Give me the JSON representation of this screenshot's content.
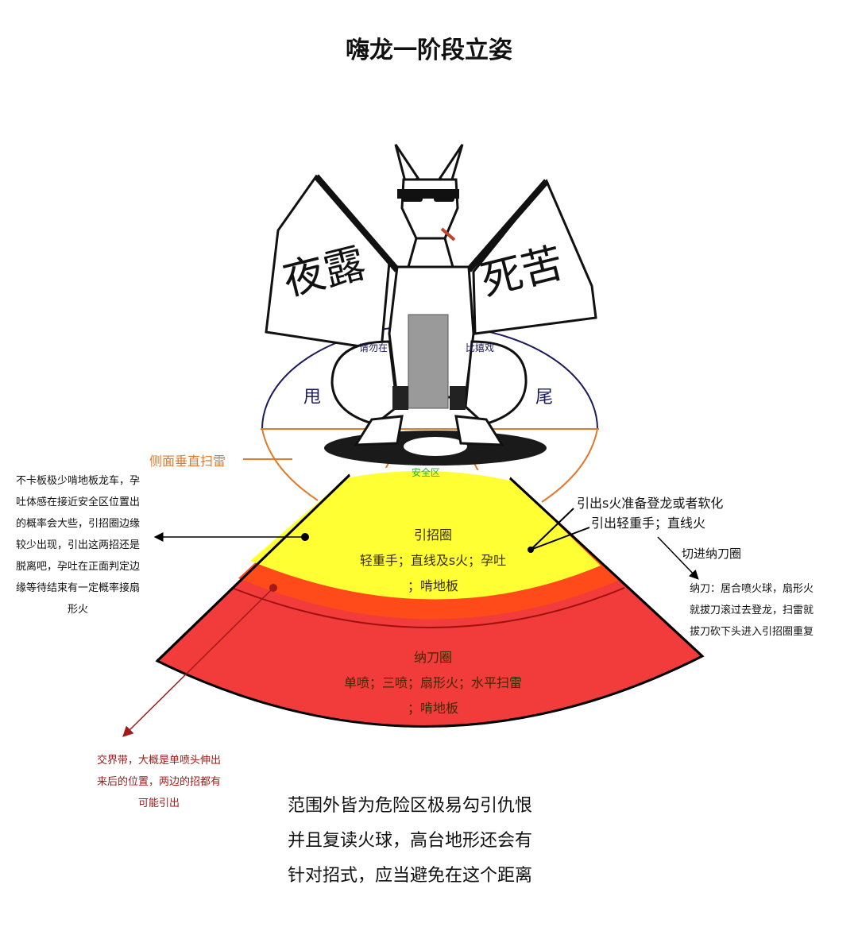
{
  "title": "嗨龙一阶段立姿",
  "figure": {
    "wing_left_text": "夜露",
    "wing_right_text": "死苦",
    "sign_left": "请勿在",
    "sign_right": "比嬉戏"
  },
  "zones": {
    "tail_left": "甩",
    "tail_right": "尾",
    "side_thunder": "侧面垂直扫雷",
    "safe_zone": "安全区",
    "lure_ring": {
      "name": "引招圈",
      "line1": "轻重手；直线及s火；孕吐",
      "line2": "；啃地板"
    },
    "blade_ring": {
      "name": "纳刀圈",
      "line1": "单喷；三喷；扇形火；水平扫雷",
      "line2": "；啃地板"
    }
  },
  "notes": {
    "left": [
      "不卡板极少啃地板龙车，孕",
      "吐体感在接近安全区位置出",
      "的概率会大些，引招圈边缘",
      "较少出现，引出这两招还是",
      "脱离吧，孕吐在正面判定边",
      "缘等待结束有一定概率接扇",
      "形火"
    ],
    "right_top_1": "引出s火准备登龙或者软化",
    "right_top_2": "引出轻重手；直线火",
    "cut_in": "切进纳刀圈",
    "right": [
      "纳刀：居合喷火球，扇形火",
      "就拔刀滚过去登龙，扫雷就",
      "拔刀砍下头进入引招圈重复"
    ],
    "boundary": [
      "交界带，大概是单喷头伸出",
      "来后的位置，两边的招都有",
      "可能引出"
    ],
    "bottom": [
      "范围外皆为危险区极易勾引仇恨",
      "并且复读火球，高台地形还会有",
      "针对招式，应当避免在这个距离"
    ]
  },
  "colors": {
    "yellow": "#ffff33",
    "red": "#f23c3c",
    "orange_band": "#ff4a1a",
    "outline": "#000000",
    "tail_outline": "#1b1b5e",
    "side_orange": "#e07a2e",
    "safe_green": "#33b233",
    "note_red": "#a21a1a"
  }
}
